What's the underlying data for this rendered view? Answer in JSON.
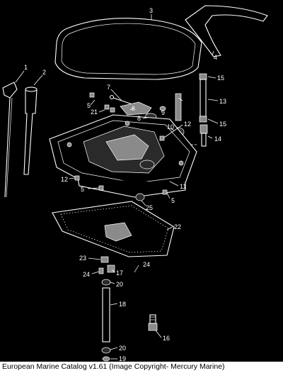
{
  "caption": "European Marine Catalog v1.61 (Image Copyright- Mercury Marine)",
  "callouts": [
    "1",
    "2",
    "3",
    "4",
    "5",
    "5",
    "5",
    "5",
    "6",
    "7",
    "8",
    "9",
    "10",
    "11",
    "12",
    "12",
    "13",
    "14",
    "15",
    "15",
    "16",
    "17",
    "18",
    "19",
    "20",
    "20",
    "21",
    "22",
    "23",
    "24",
    "24",
    "25"
  ],
  "colors": {
    "background": "#000000",
    "line": "#ffffff",
    "caption_bg": "#ffffff",
    "caption_text": "#000000"
  }
}
